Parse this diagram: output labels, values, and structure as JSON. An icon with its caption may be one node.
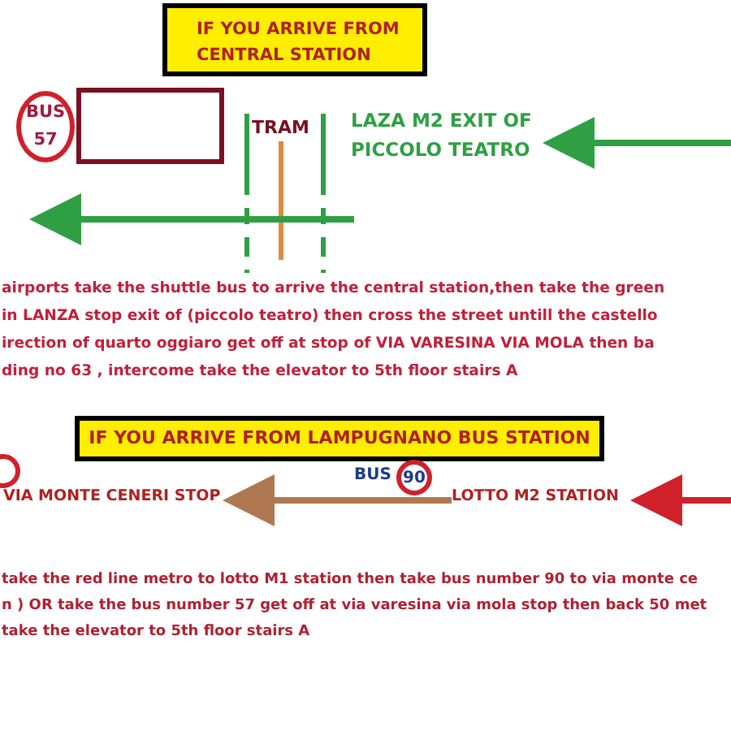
{
  "diagram": {
    "nodes": [
      {
        "text": [
          "IF YOU ARRIVE FROM CENTRAL STATION"
        ]
      },
      {
        "text": [
          "BUS 57"
        ]
      },
      {
        "text": [],
        "shape": "box"
      },
      {
        "text": [
          "LAZA M2 EXIT OF PICCOLO TEATRO"
        ]
      },
      {
        "text": [
          "IF YOU ARRIVE FROM LAMPUGNANO BUS STATION"
        ]
      },
      {
        "text": [
          "90"
        ],
        "beside": [
          "BUS"
        ]
      },
      {
        "text": [
          "VIA MONTE CENERI STOP"
        ]
      },
      {
        "text": [
          "LOTTO M2 STATION"
        ]
      }
    ],
    "edges": [
      {
        "from": null,
        "to": 3,
        "arrow": "to",
        "color": "#2ea043"
      },
      {
        "from": 7,
        "to": 6,
        "arrow": "to",
        "color": "#b07850"
      },
      {
        "from": null,
        "to": 7,
        "arrow": "to",
        "color": "#d0202a"
      }
    ],
    "labels": [
      "TRAM",
      "airports take the shuttle bus to arrive the central station,then take the green",
      "in LANZA stop exit of (piccolo teatro)  then cross the street untill the castello",
      "irection of quarto oggiaro get off at stop of  VIA VARESINA VIA MOLA then ba",
      "ding no 63 , intercome take the elevator to 5th floor stairs A",
      "take the red line metro to lotto M1 station then take bus number 90 to via monte ce",
      "n ) OR take the bus number 57 get off at via varesina via mola stop  then back 50 met",
      "take the elevator to 5th floor stairs A"
    ]
  }
}
